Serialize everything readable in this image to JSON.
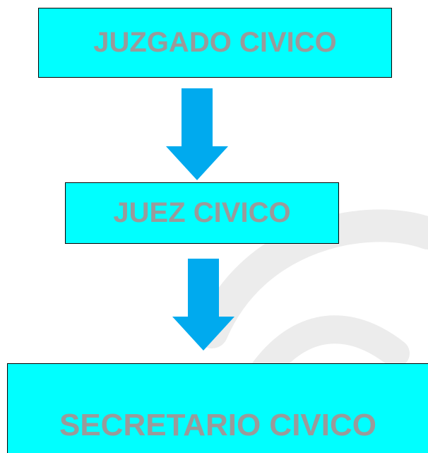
{
  "colors": {
    "box_fill": "#00ffff",
    "box_text": "#9a9a9a",
    "arrow_fill": "#00aaee",
    "watermark": "#ececec"
  },
  "diagram": {
    "nodes": [
      {
        "id": "node-1",
        "label": "JUZGADO CIVICO"
      },
      {
        "id": "node-2",
        "label": "JUEZ CIVICO"
      },
      {
        "id": "node-3",
        "label": "SECRETARIO CIVICO"
      }
    ],
    "edges": [
      {
        "from": "node-1",
        "to": "node-2",
        "direction": "down"
      },
      {
        "from": "node-2",
        "to": "node-3",
        "direction": "down"
      }
    ]
  }
}
